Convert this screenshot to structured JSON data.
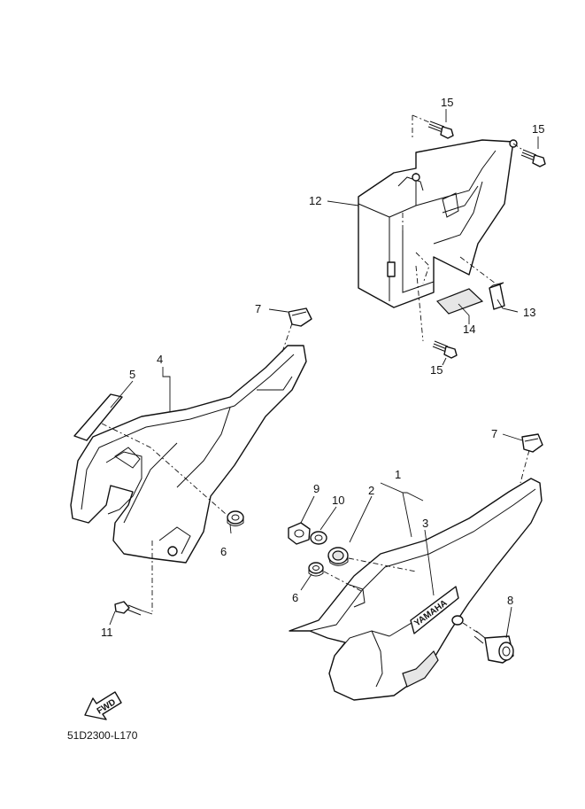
{
  "labels": {
    "p1": "1",
    "p2": "2",
    "p3": "3",
    "p4": "4",
    "p5": "5",
    "p6a": "6",
    "p6b": "6",
    "p7a": "7",
    "p7b": "7",
    "p8": "8",
    "p9": "9",
    "p10": "10",
    "p11": "11",
    "p12": "12",
    "p13": "13",
    "p14": "14",
    "p15a": "15",
    "p15b": "15",
    "p15c": "15"
  },
  "fwd_arrow": "FWD",
  "emblem": "YAMAHA",
  "diagram_code": "51D2300-L170"
}
